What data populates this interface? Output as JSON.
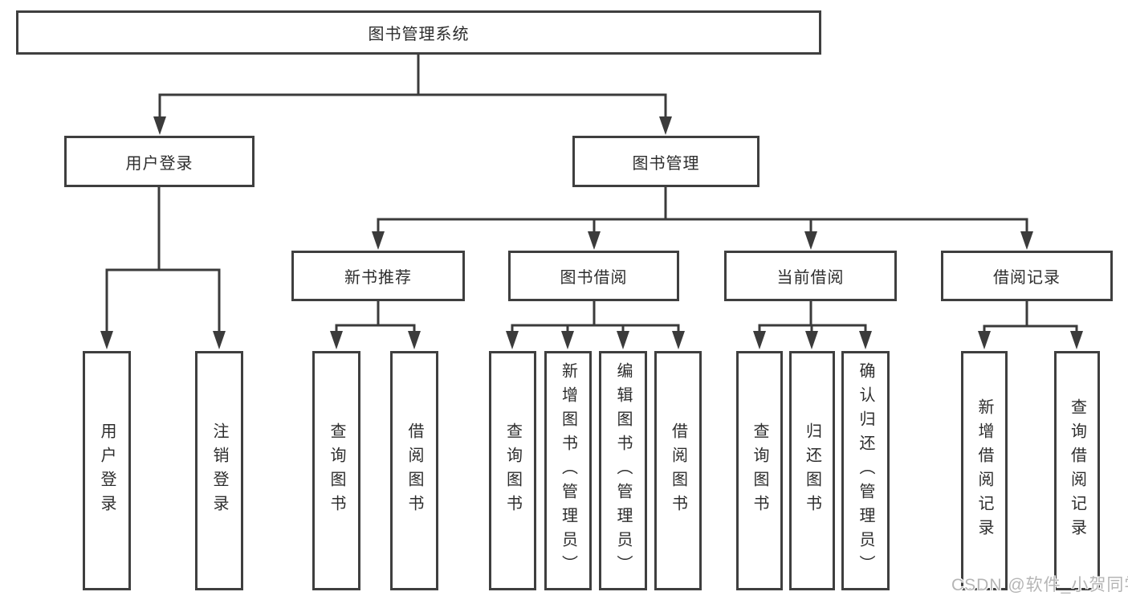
{
  "diagram": {
    "root": {
      "label": "图书管理系统",
      "children": [
        {
          "label": "用户登录",
          "children": [
            {
              "label": "用户登录"
            },
            {
              "label": "注销登录"
            }
          ]
        },
        {
          "label": "图书管理",
          "children": [
            {
              "label": "新书推荐",
              "children": [
                {
                  "label": "查询图书"
                },
                {
                  "label": "借阅图书"
                }
              ]
            },
            {
              "label": "图书借阅",
              "children": [
                {
                  "label": "查询图书"
                },
                {
                  "label": "新增图书（管理员）"
                },
                {
                  "label": "编辑图书（管理员）"
                },
                {
                  "label": "借阅图书"
                }
              ]
            },
            {
              "label": "当前借阅",
              "children": [
                {
                  "label": "查询图书"
                },
                {
                  "label": "归还图书"
                },
                {
                  "label": "确认归还（管理员）"
                }
              ]
            },
            {
              "label": "借阅记录",
              "children": [
                {
                  "label": "新增借阅记录"
                },
                {
                  "label": "查询借阅记录"
                }
              ]
            }
          ]
        }
      ]
    },
    "watermark": "CSDN @软件_小贺同学",
    "colors": {
      "line": "#3b3b3b",
      "border": "#3f3f3f",
      "text": "#2d2d2d",
      "watermark": "#b5b5b5",
      "background": "#ffffff"
    }
  }
}
